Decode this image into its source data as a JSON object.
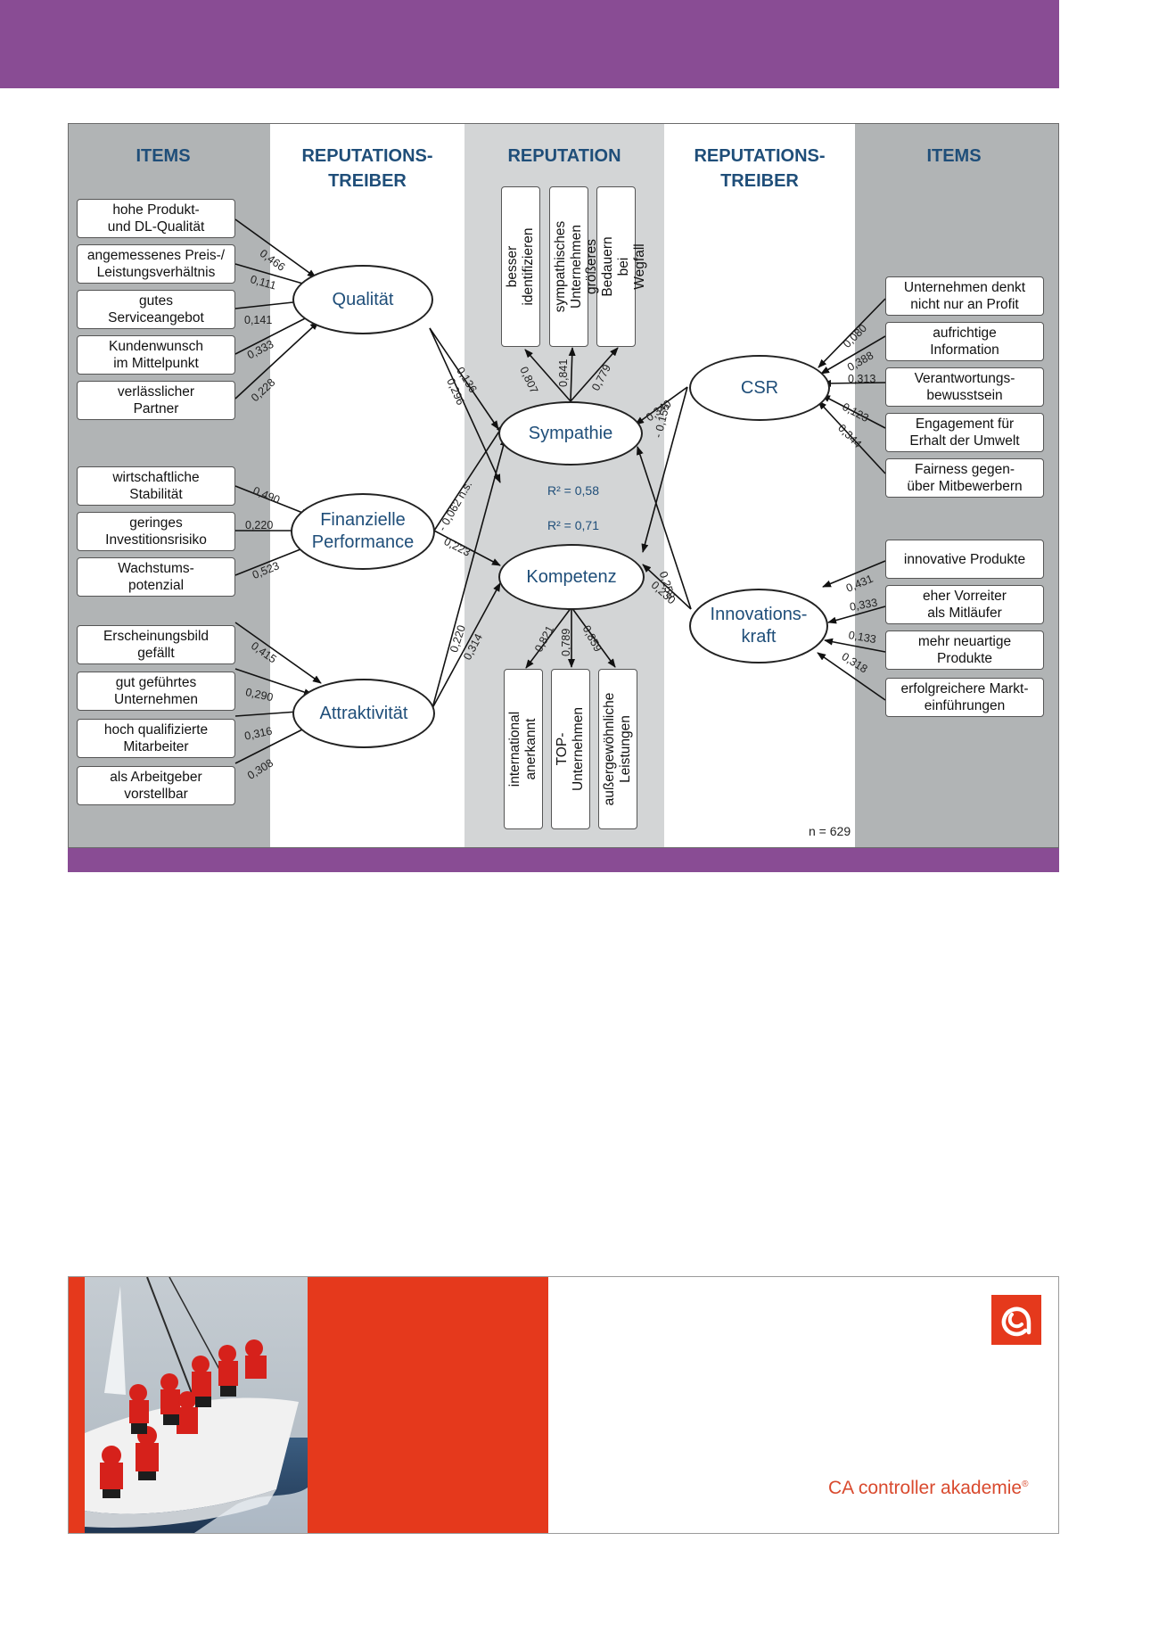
{
  "diagram": {
    "headers": {
      "items_left": "ITEMS",
      "driver_left": "REPUTATIONS-\nTREIBER",
      "reputation": "REPUTATION",
      "driver_right": "REPUTATIONS-\nTREIBER",
      "items_right": "ITEMS"
    },
    "items_left": [
      "hohe Produkt-\nund DL-Qualität",
      "angemessenes Preis-/\nLeistungsverhältnis",
      "gutes\nServiceangebot",
      "Kundenwunsch\nim Mittelpunkt",
      "verlässlicher\nPartner",
      "wirtschaftliche\nStabilität",
      "geringes\nInvestitionsrisiko",
      "Wachstums-\npotenzial",
      "Erscheinungsbild\ngefällt",
      "gut geführtes\nUnternehmen",
      "hoch qualifizierte\nMitarbeiter",
      "als Arbeitgeber\nvorstellbar"
    ],
    "items_right": [
      "Unternehmen denkt\nnicht nur an Profit",
      "aufrichtige\nInformation",
      "Verantwortungs-\nbewusstsein",
      "Engagement für\nErhalt der Umwelt",
      "Fairness gegen-\nüber Mitbewerbern",
      "innovative Produkte",
      "eher Vorreiter\nals Mitläufer",
      "mehr neuartige\nProdukte",
      "erfolgreichere Markt-\neinführungen"
    ],
    "constructs": {
      "qualitaet": "Qualität",
      "finanz": "Finanzielle\nPerformance",
      "attrakt": "Attraktivität",
      "sympathie": "Sympathie",
      "kompetenz": "Kompetenz",
      "csr": "CSR",
      "innov": "Innovations-\nkraft"
    },
    "sympathie_items": [
      "besser\nidentifizieren",
      "sympathisches\nUnternehmen",
      "größeres Bedauern\nbei Wegfall"
    ],
    "kompetenz_items": [
      "international\nanerkannt",
      "TOP-\nUnternehmen",
      "außergewöhnliche\nLeistungen"
    ],
    "r2_sympathie": "R² = 0,58",
    "r2_kompetenz": "R² = 0,71",
    "n": "n = 629",
    "coef_qualitaet": [
      "0,466",
      "0,111",
      "0,141",
      "0,333",
      "0,228"
    ],
    "coef_finanz": [
      "0,490",
      "0,220",
      "0,523"
    ],
    "coef_attrakt": [
      "0,415",
      "0,290",
      "0,316",
      "0,308"
    ],
    "coef_csr": [
      "0,080",
      "0,388",
      "0,313",
      "0,123",
      "0,344"
    ],
    "coef_innov": [
      "0,431",
      "0,333",
      "0,133",
      "0,318"
    ],
    "coef_sympathie": [
      "0,807",
      "0,841",
      "0,779"
    ],
    "coef_kompetenz": [
      "0,821",
      "0,789",
      "0,859"
    ],
    "paths": {
      "qual_sym": "0,136",
      "qual_komp": "0,296",
      "fin_sym": "- 0,062 n.s.",
      "fin_komp": "0,223",
      "attr_sym": "0,220",
      "attr_komp": "0,314",
      "csr_sym": "0,340",
      "csr_komp": "- 0,155",
      "inn_sym": "0,258",
      "inn_komp": "0,230"
    }
  },
  "ad": {
    "brand": "CA controller akademie",
    "registered": "®"
  },
  "colors": {
    "purple": "#894c94",
    "header_blue": "#1f4e79",
    "band_dark": "#b1b4b5",
    "band_mid": "#d3d5d6",
    "brand_red": "#e5391c"
  }
}
